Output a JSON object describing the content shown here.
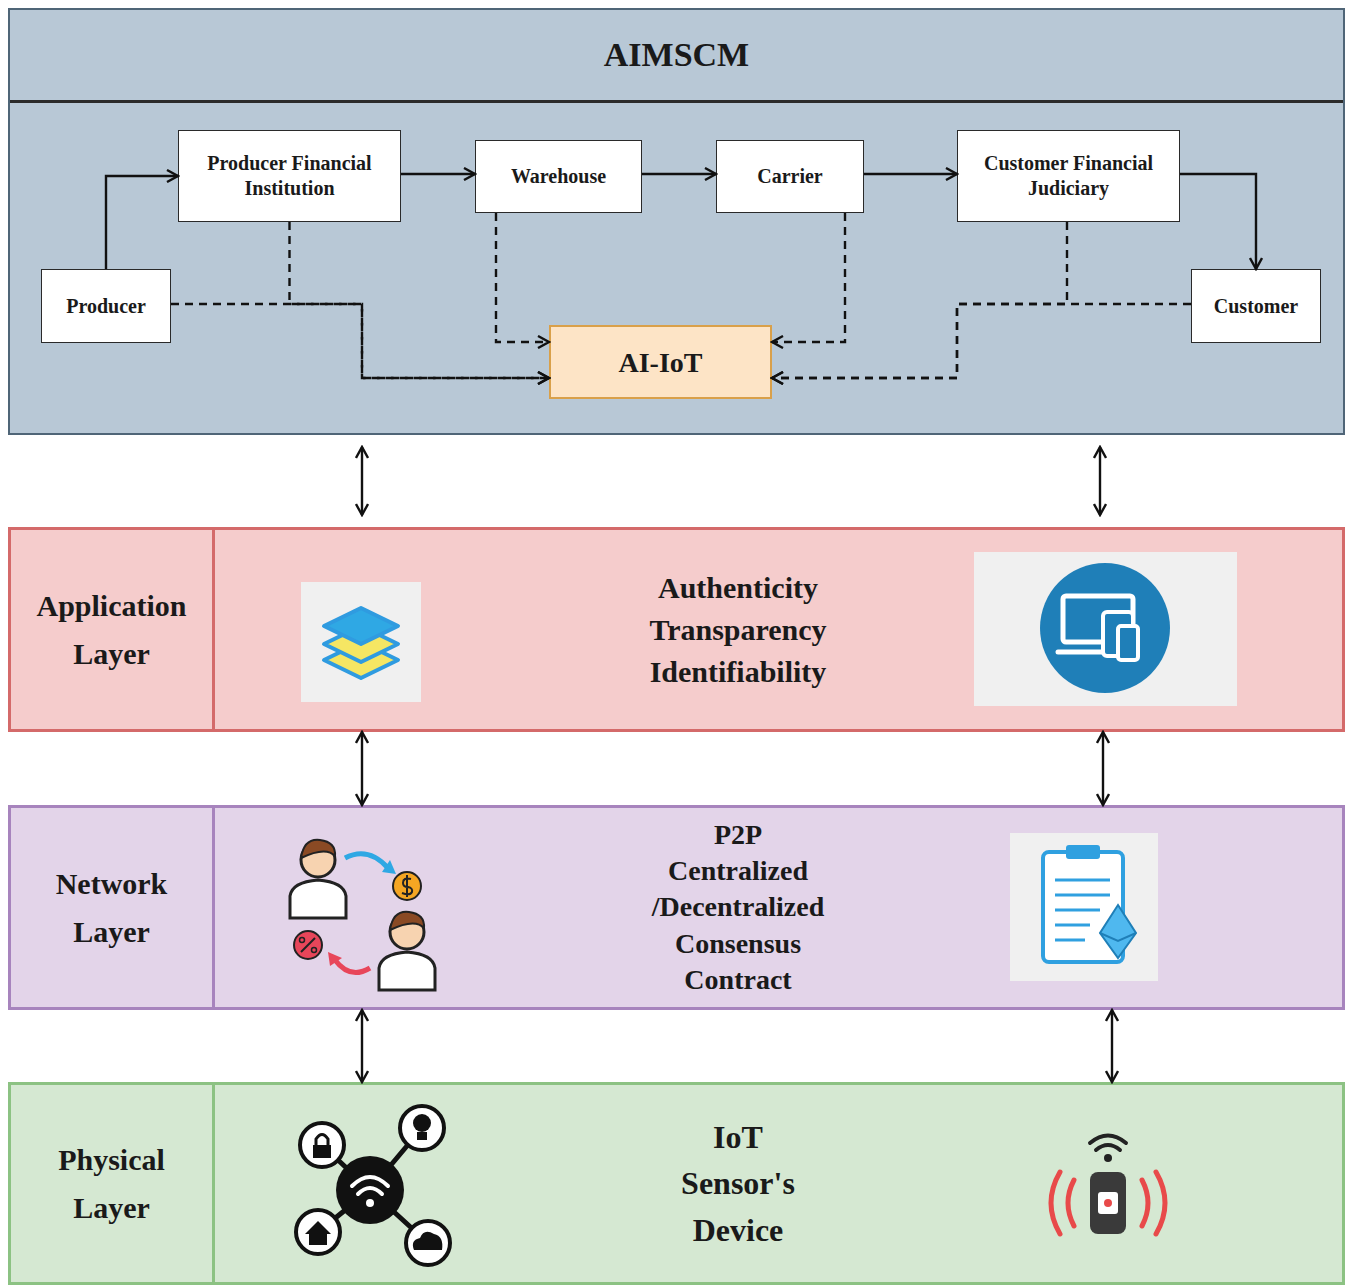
{
  "diagram": {
    "nodes": [
      {
        "text": [
          "AIMSCM"
        ]
      },
      {
        "text": [
          "Producer Financial Institution"
        ],
        "in": 0
      },
      {
        "text": [
          "Warehouse"
        ],
        "in": 0
      },
      {
        "text": [
          "Carrier"
        ],
        "in": 0
      },
      {
        "text": [
          "Customer Financial Judiciary"
        ],
        "in": 0
      },
      {
        "text": [
          "Producer"
        ],
        "in": 0
      },
      {
        "text": [
          "AI-IoT"
        ],
        "in": 0
      },
      {
        "text": [
          "Customer"
        ],
        "in": 0
      },
      {
        "text": [
          "Application Layer",
          "Authenticity Transparency Identifiability"
        ]
      },
      {
        "text": [
          "Network Layer",
          "P2P Centralized /Decentralized Consensus Contract"
        ]
      },
      {
        "text": [
          "Physical Layer",
          "IoT Sensor's Device"
        ]
      }
    ],
    "edges": [
      {
        "from": 5,
        "to": 1,
        "arrow": "to"
      },
      {
        "from": 1,
        "to": 2,
        "arrow": "to"
      },
      {
        "from": 2,
        "to": 3,
        "arrow": "to"
      },
      {
        "from": 3,
        "to": 4,
        "arrow": "to"
      },
      {
        "from": 4,
        "to": 7,
        "arrow": "to"
      },
      {
        "from": 5,
        "to": 6,
        "arrow": "to"
      },
      {
        "from": 1,
        "to": 6,
        "arrow": "to"
      },
      {
        "from": 2,
        "to": 6,
        "arrow": "to"
      },
      {
        "from": 3,
        "to": 6,
        "arrow": "to"
      },
      {
        "from": 4,
        "to": 6,
        "arrow": "to"
      },
      {
        "from": 7,
        "to": 6,
        "arrow": "to"
      },
      {
        "from": 0,
        "to": 8,
        "arrow": "both"
      },
      {
        "from": 0,
        "to": 8,
        "arrow": "both"
      },
      {
        "from": 8,
        "to": 9,
        "arrow": "both"
      },
      {
        "from": 8,
        "to": 9,
        "arrow": "both"
      },
      {
        "from": 9,
        "to": 10,
        "arrow": "both"
      },
      {
        "from": 9,
        "to": 10,
        "arrow": "both"
      }
    ]
  }
}
